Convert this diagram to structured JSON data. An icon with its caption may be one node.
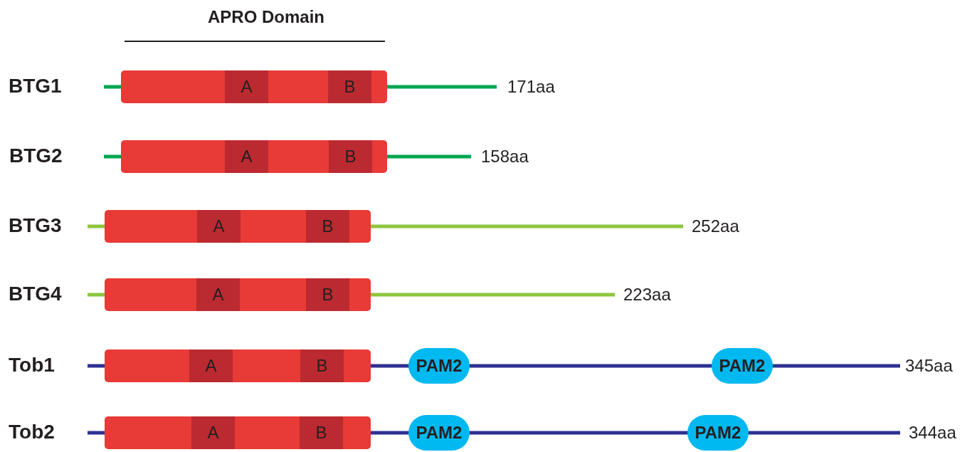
{
  "diagram": {
    "nodes": [
      {
        "text": [],
        "shape": "bar"
      },
      {
        "text": [
          "A"
        ],
        "in": 0
      },
      {
        "text": [
          "B"
        ],
        "in": 0
      },
      {
        "text": [],
        "shape": "bar"
      },
      {
        "text": [
          "A"
        ],
        "in": 3
      },
      {
        "text": [
          "B"
        ],
        "in": 3
      },
      {
        "text": [],
        "shape": "bar"
      },
      {
        "text": [
          "A"
        ],
        "in": 6
      },
      {
        "text": [
          "B"
        ],
        "in": 6
      },
      {
        "text": [],
        "shape": "bar"
      },
      {
        "text": [
          "A"
        ],
        "in": 9
      },
      {
        "text": [
          "B"
        ],
        "in": 9
      },
      {
        "text": [],
        "shape": "bar"
      },
      {
        "text": [
          "A"
        ],
        "in": 12
      },
      {
        "text": [
          "B"
        ],
        "in": 12
      },
      {
        "text": [
          "PAM2"
        ]
      },
      {
        "text": [
          "PAM2"
        ]
      },
      {
        "text": [],
        "shape": "bar"
      },
      {
        "text": [
          "A"
        ],
        "in": 17
      },
      {
        "text": [
          "B"
        ],
        "in": 17
      },
      {
        "text": [
          "PAM2"
        ]
      },
      {
        "text": [
          "PAM2"
        ]
      }
    ],
    "labels": [
      "APRO Domain",
      "BTG1",
      "171aa",
      "BTG2",
      "158aa",
      "BTG3",
      "252aa",
      "BTG4",
      "223aa",
      "Tob1",
      "345aa",
      "Tob2",
      "344aa"
    ]
  }
}
